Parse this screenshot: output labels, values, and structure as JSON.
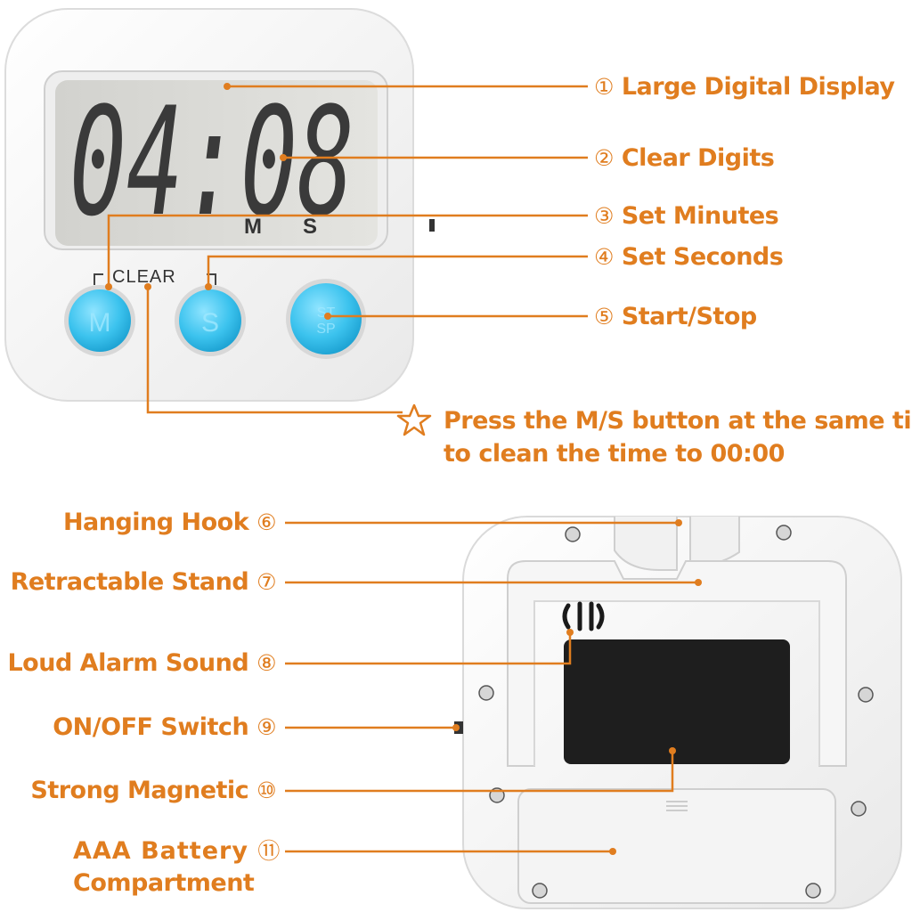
{
  "device_front": {
    "display_digits": "04:08",
    "minutes_unit": "M",
    "seconds_unit": "S",
    "clear_label": "CLEAR",
    "buttons": [
      {
        "id": "m",
        "label": "M"
      },
      {
        "id": "s",
        "label": "S"
      },
      {
        "id": "st",
        "label": "ST\nSP"
      }
    ]
  },
  "front_callouts": [
    {
      "num": "①",
      "text": "Large Digital Display"
    },
    {
      "num": "②",
      "text": "Clear Digits"
    },
    {
      "num": "③",
      "text": "Set Minutes"
    },
    {
      "num": "④",
      "text": "Set Seconds"
    },
    {
      "num": "⑤",
      "text": "Start/Stop"
    }
  ],
  "note": {
    "icon": "star-outline-icon",
    "line1": "Press the M/S button at the same time",
    "line2": "to clean the time to 00:00"
  },
  "back_callouts": [
    {
      "text": "Hanging Hook",
      "num": "⑥"
    },
    {
      "text": "Retractable Stand",
      "num": "⑦"
    },
    {
      "text": "Loud Alarm Sound",
      "num": "⑧"
    },
    {
      "text": "ON/OFF Switch",
      "num": "⑨"
    },
    {
      "text": "Strong Magnetic",
      "num": "⑩"
    },
    {
      "text": "AAA Battery",
      "num": "⑪",
      "text2": "Compartment"
    }
  ],
  "colors": {
    "accent": "#e07d1f",
    "button_blue": "#3cc3ee",
    "lcd_bg": "#dcdcd8",
    "body": "#f7f7f7"
  }
}
